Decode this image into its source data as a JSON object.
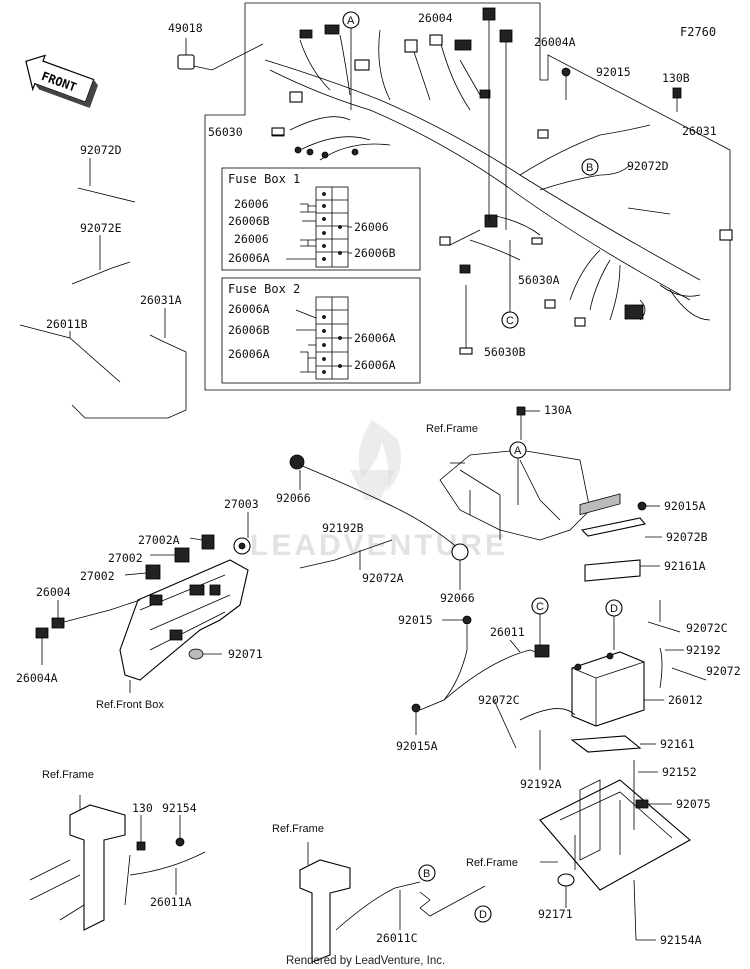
{
  "diagram_code": "F2760",
  "front_arrow": "FRONT",
  "watermark": "LEADVENTURE",
  "footer": "Rendered by LeadVenture, Inc.",
  "callouts": {
    "a": "A",
    "b": "B",
    "c": "C",
    "d": "D"
  },
  "fuse_box_1": {
    "title": "Fuse Box 1",
    "left": [
      "26006",
      "26006B",
      "26006",
      "26006A"
    ],
    "right": [
      "26006",
      "26006B"
    ]
  },
  "fuse_box_2": {
    "title": "Fuse Box 2",
    "left": [
      "26006A",
      "26006B",
      "26006A"
    ],
    "right": [
      "26006A",
      "26006A"
    ]
  },
  "refs": {
    "frame_center": "Ref.Frame",
    "front_box": "Ref.Front Box",
    "frame_lower_left": "Ref.Frame",
    "frame_lower_mid": "Ref.Frame",
    "frame_lower_right": "Ref.Frame"
  },
  "parts": {
    "p49018": "49018",
    "p26004_top": "26004",
    "p26004A_top": "26004A",
    "p92015_top": "92015",
    "p130B": "130B",
    "p26031": "26031",
    "p92072D_right": "92072D",
    "p56030": "56030",
    "p56030A": "56030A",
    "p56030B": "56030B",
    "p92072D_left": "92072D",
    "p92072E": "92072E",
    "p26031A": "26031A",
    "p26011B": "26011B",
    "p130A": "130A",
    "p92066_top": "92066",
    "p92192B": "92192B",
    "p92072A": "92072A",
    "p92066_bot": "92066",
    "p27003": "27003",
    "p27002A": "27002A",
    "p27002_a": "27002",
    "p27002_b": "27002",
    "p26004_left": "26004",
    "p26004A_left": "26004A",
    "p92071": "92071",
    "p92015A_right": "92015A",
    "p92072B": "92072B",
    "p92161A": "92161A",
    "p92072C_right": "92072C",
    "p92015_mid": "92015",
    "p26011": "26011",
    "p92192": "92192",
    "p92072": "92072",
    "p26012": "26012",
    "p92072C_mid": "92072C",
    "p92015A_mid": "92015A",
    "p92161": "92161",
    "p92192A": "92192A",
    "p92152": "92152",
    "p92075": "92075",
    "p130": "130",
    "p92154": "92154",
    "p26011A": "26011A",
    "p26011C": "26011C",
    "p92171": "92171",
    "p92154A": "92154A"
  }
}
